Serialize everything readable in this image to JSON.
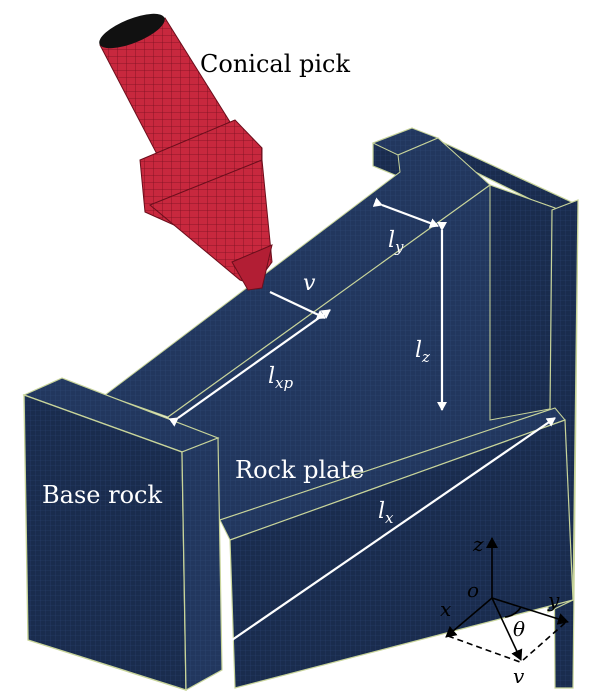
{
  "labels": {
    "conical_pick": "Conical pick",
    "rock_plate": "Rock plate",
    "base_rock": "Base rock",
    "v": "v",
    "ly": "l",
    "ly_sub": "y",
    "lxp": "l",
    "lxp_sub": "xp",
    "lz": "l",
    "lz_sub": "z",
    "lx": "l",
    "lx_sub": "x"
  },
  "axes": {
    "z": "z",
    "o": "o",
    "x": "x",
    "y": "y",
    "theta": "θ",
    "v": "v"
  },
  "colors": {
    "rock": "#1f3358",
    "rock_dark": "#17284a",
    "edge": "#c8d49a",
    "pick": "#c8283e",
    "dimension": "#ffffff"
  }
}
